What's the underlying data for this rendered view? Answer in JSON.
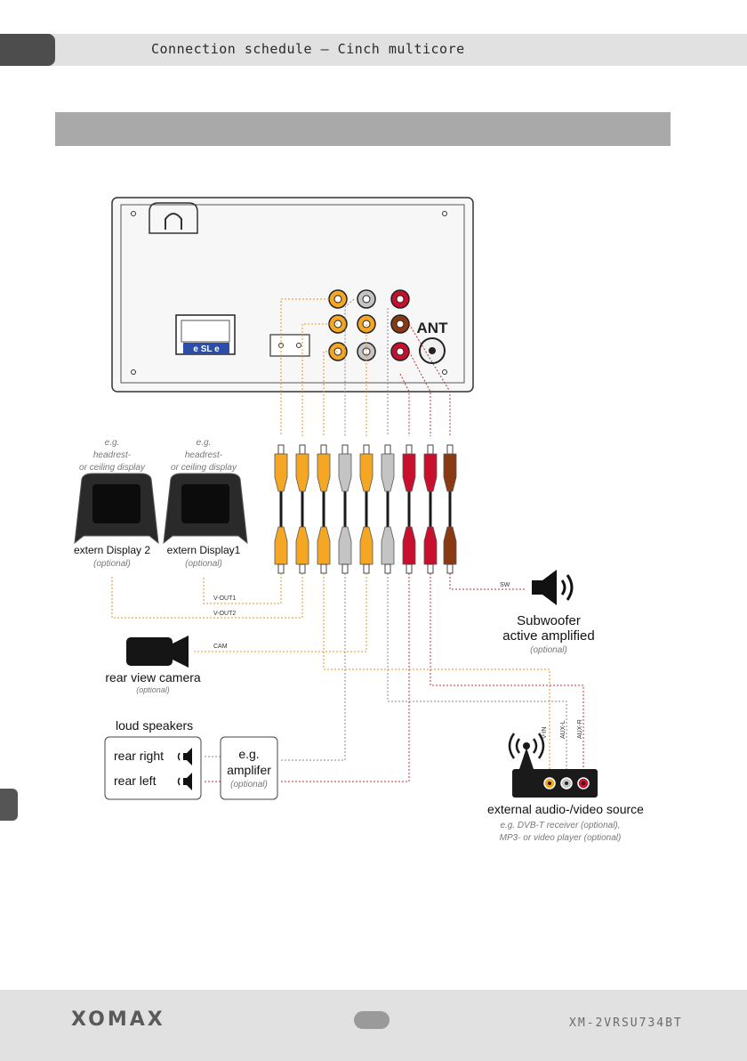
{
  "header": {
    "title": "Connection schedule – Cinch multicore"
  },
  "footer": {
    "brand": "XOMAX",
    "model": "XM-2VRSU734BT"
  },
  "head_unit": {
    "ant_label": "ANT",
    "iso_label": "e SL e"
  },
  "displays": [
    {
      "note1": "e.g.",
      "note2": "headrest-",
      "note3": "or ceiling display",
      "name": "extern Display 2",
      "optional": "(optional)"
    },
    {
      "note1": "e.g.",
      "note2": "headrest-",
      "note3": "or ceiling display",
      "name": "extern Display1",
      "optional": "(optional)"
    }
  ],
  "line_labels": {
    "vout1": "V-OUT1",
    "vout2": "V-OUT2",
    "cam": "CAM",
    "sw": "SW",
    "vin": "V-IN",
    "auxl": "AUX-L",
    "auxr": "AUX-R"
  },
  "subwoofer": {
    "line1": "Subwoofer",
    "line2": "active amplified",
    "optional": "(optional)"
  },
  "camera": {
    "name": "rear view camera",
    "optional": "(optional)"
  },
  "speakers": {
    "title": "loud speakers",
    "right": "rear right",
    "left": "rear left"
  },
  "amplifier": {
    "line1": "e.g.",
    "line2": "amplifer",
    "optional": "(optional)"
  },
  "av_source": {
    "name": "external audio-/video source",
    "note1": "e.g. DVB-T receiver (optional),",
    "note2": "MP3- or video player (optional)"
  },
  "colors": {
    "yellow": "#f5a623",
    "white": "#c4c4c4",
    "red": "#c8102e",
    "brown": "#8a3a12",
    "orange_line": "#e8961e",
    "grey_line": "#8a8a8a",
    "red_line": "#c0303a"
  }
}
